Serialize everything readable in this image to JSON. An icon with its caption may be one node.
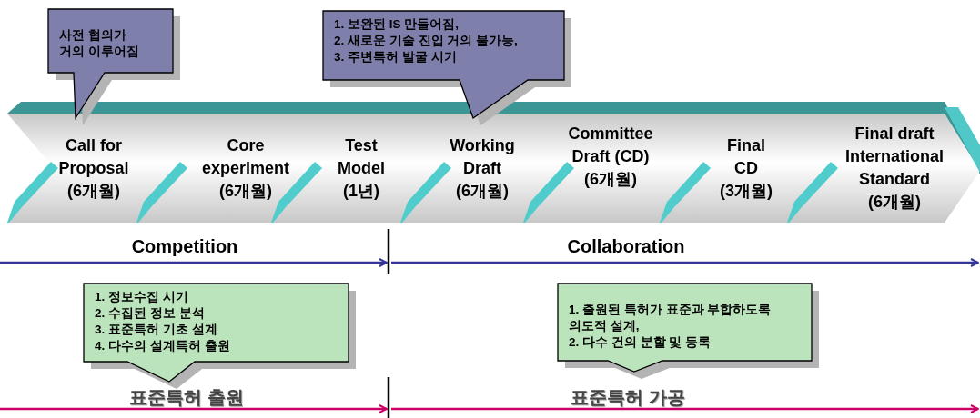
{
  "diagram": {
    "nodes": [
      {
        "text": [
          "Call for Proposal (6개월)",
          "Core experiment (6개월)",
          "Test Model (1년)",
          "Working Draft (6개월)",
          "Committee Draft (CD) (6개월)",
          "Final CD (3개월)",
          "Final draft International Standard (6개월)"
        ]
      },
      {
        "text": [
          "사전 협의가 거의 이루어짐"
        ]
      },
      {
        "text": [
          "1. 보완된 IS 만들어짐,",
          "2. 새로운 기술 진입 거의 불가능,",
          "3. 주변특허 발굴 시기"
        ]
      },
      {
        "text": [
          "1. 정보수집 시기",
          "2. 수집된 정보 분석",
          "3. 표준특허 기초 설계",
          "4. 다수의 설계특허 출원"
        ]
      },
      {
        "text": [
          "1. 출원된 특허가 표준과 부합하도록 의도적 설계,",
          "2. 다수 건의 분할 및 등록"
        ]
      }
    ],
    "labels": [
      "Competition",
      "Collaboration",
      "표준특허 출원",
      "표준특허 가공"
    ]
  }
}
